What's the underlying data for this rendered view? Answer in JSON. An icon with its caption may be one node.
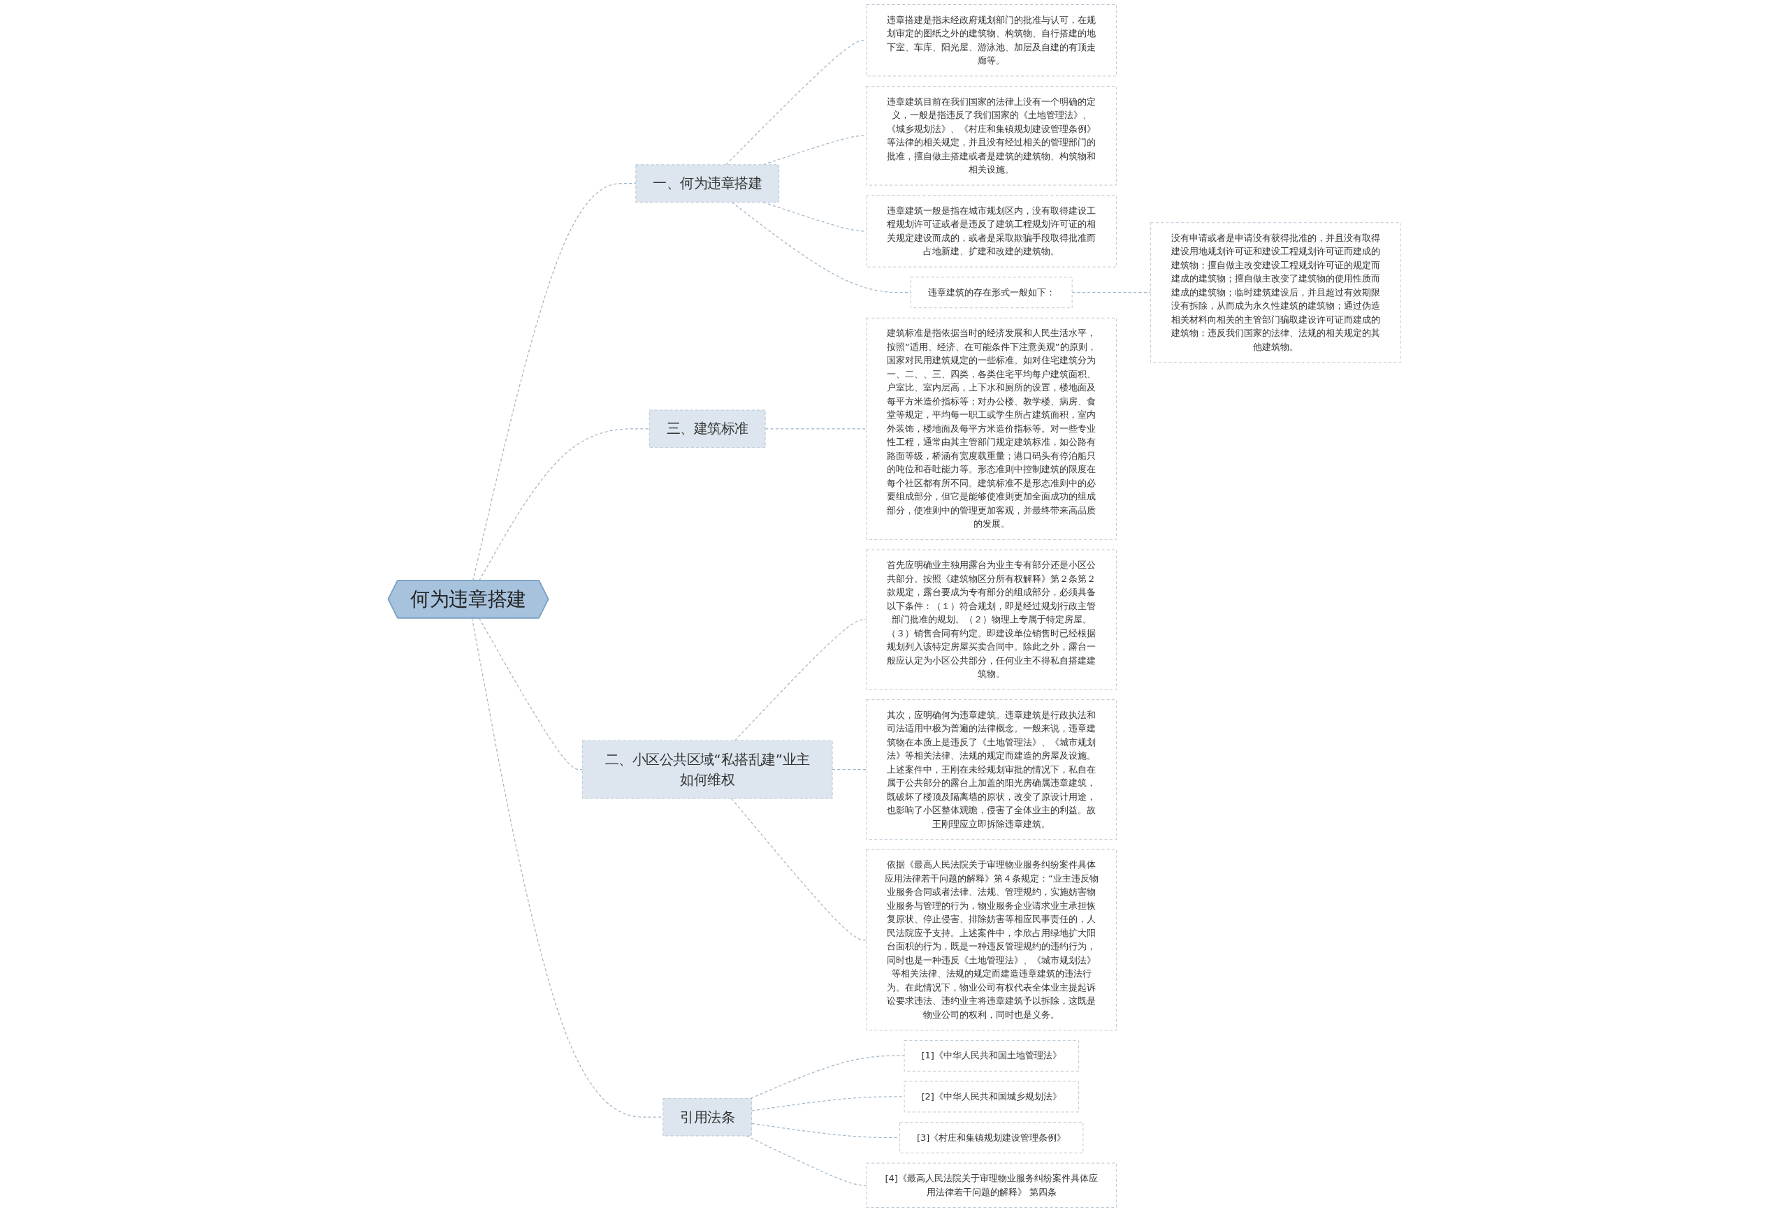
{
  "diagram": {
    "nodes": [
      {
        "text": [
          "何为违章搭建"
        ]
      },
      {
        "text": [
          "一、何为违章搭建"
        ]
      },
      {
        "text": [
          "违章搭建是指未经政府规划部门的批准与认可，在规划审定的图纸之外的建筑物、构筑物、自行搭建的地下室、车库、阳光屋、游泳池、加层及自建的有顶走廊等。"
        ]
      },
      {
        "text": [
          "违章建筑目前在我们国家的法律上没有一个明确的定义，一般是指违反了我们国家的《土地管理法》、《城乡规划法》、《村庄和集镇规划建设管理条例》等法律的相关规定，并且没有经过相关的管理部门的批准，擅自做主搭建或者是建筑的建筑物、构筑物和相关设施。"
        ]
      },
      {
        "text": [
          "违章建筑一般是指在城市规划区内，没有取得建设工程规划许可证或者是违反了建筑工程规划许可证的相关规定建设而成的，或者是采取欺骗手段取得批准而占地新建、扩建和改建的建筑物。"
        ]
      },
      {
        "text": [
          "违章建筑的存在形式一般如下："
        ]
      },
      {
        "text": [
          "没有申请或者是申请没有获得批准的，并且没有取得建设用地规划许可证和建设工程规划许可证而建成的建筑物；擅自做主改变建设工程规划许可证的规定而建成的建筑物；擅自做主改变了建筑物的使用性质而建成的建筑物；临时建筑建设后，并且超过有效期限没有拆除，从而成为永久性建筑的建筑物；通过伪造相关材料向相关的主管部门骗取建设许可证而建成的建筑物；违反我们国家的法律、法规的相关规定的其他建筑物。"
        ]
      },
      {
        "text": [
          "三、建筑标准"
        ]
      },
      {
        "text": [
          "建筑标准是指依据当时的经济发展和人民生活水平，按照“适用、经济、在可能条件下注意美观”的原则，国家对民用建筑规定的一些标准。如对住宅建筑分为一、二、、三、四类，各类住宅平均每户建筑面积、户室比、室内层高，上下水和厕所的设置，楼地面及每平方米造价指标等；对办公楼、教学楼、病房、食堂等规定，平均每一职工或学生所占建筑面积，室内外装饰，楼地面及每平方米造价指标等。对一些专业性工程，通常由其主管部门规定建筑标准，如公路有路面等级，桥涵有宽度载重量；港口码头有停泊船只的吨位和吞吐能力等。形态准则中控制建筑的限度在每个社区都有所不同。建筑标准不是形态准则中的必要组成部分，但它是能够使准则更加全面成功的组成部分，使准则中的管理更加客观，并最终带来高品质的发展。"
        ]
      },
      {
        "text": [
          "二、小区公共区域“私搭乱建”业主如何维权"
        ]
      },
      {
        "text": [
          "首先应明确业主独用露台为业主专有部分还是小区公共部分。按照《建筑物区分所有权解释》第２条第２款规定，露台要成为专有部分的组成部分，必须具备以下条件：（１）符合规划，即是经过规划行政主管部门批准的规划。（２）物理上专属于特定房屋。（３）销售合同有约定。即建设单位销售时已经根据规划列入该特定房屋买卖合同中。除此之外，露台一般应认定为小区公共部分，任何业主不得私自搭建建筑物。"
        ]
      },
      {
        "text": [
          "其次，应明确何为违章建筑。违章建筑是行政执法和司法适用中极为普遍的法律概念。一般来说，违章建筑物在本质上是违反了《土地管理法》、《城市规划法》等相关法律、法规的规定而建造的房屋及设施。上述案件中，王刚在未经规划审批的情况下，私自在属于公共部分的露台上加盖的阳光房确属违章建筑，既破坏了楼顶及隔离墙的原状，改变了原设计用途，也影响了小区整体观瞻，侵害了全体业主的利益。故王刚理应立即拆除违章建筑。"
        ]
      },
      {
        "text": [
          "依据《最高人民法院关于审理物业服务纠纷案件具体应用法律若干问题的解释》第４条规定：“业主违反物业服务合同或者法律、法规、管理规约，实施妨害物业服务与管理的行为，物业服务企业请求业主承担恢复原状、停止侵害、排除妨害等相应民事责任的，人民法院应予支持。上述案件中，李欣占用绿地扩大阳台面积的行为，既是一种违反管理规约的违约行为，同时也是一种违反《土地管理法》、《城市规划法》等相关法律、法规的规定而建造违章建筑的违法行为。在此情况下，物业公司有权代表全体业主提起诉讼要求违法、违约业主将违章建筑予以拆除，这既是物业公司的权利，同时也是义务。"
        ]
      },
      {
        "text": [
          "引用法条"
        ]
      },
      {
        "text": [
          "[1]《中华人民共和国土地管理法》"
        ]
      },
      {
        "text": [
          "[2]《中华人民共和国城乡规划法》"
        ]
      },
      {
        "text": [
          "[3]《村庄和集镇规划建设管理条例》"
        ]
      },
      {
        "text": [
          "[4]《最高人民法院关于审理物业服务纠纷案件具体应用法律若干问题的解释》 第四条"
        ]
      }
    ],
    "edges": [
      {
        "from": 0,
        "to": 1,
        "arrow": "none"
      },
      {
        "from": 1,
        "to": 2,
        "arrow": "none"
      },
      {
        "from": 1,
        "to": 3,
        "arrow": "none"
      },
      {
        "from": 1,
        "to": 4,
        "arrow": "none"
      },
      {
        "from": 1,
        "to": 5,
        "arrow": "none"
      },
      {
        "from": 5,
        "to": 6,
        "arrow": "none"
      },
      {
        "from": 0,
        "to": 7,
        "arrow": "none"
      },
      {
        "from": 7,
        "to": 8,
        "arrow": "none"
      },
      {
        "from": 0,
        "to": 9,
        "arrow": "none"
      },
      {
        "from": 9,
        "to": 10,
        "arrow": "none"
      },
      {
        "from": 9,
        "to": 11,
        "arrow": "none"
      },
      {
        "from": 9,
        "to": 12,
        "arrow": "none"
      },
      {
        "from": 0,
        "to": 13,
        "arrow": "none"
      },
      {
        "from": 13,
        "to": 14,
        "arrow": "none"
      },
      {
        "from": 13,
        "to": 15,
        "arrow": "none"
      },
      {
        "from": 13,
        "to": 16,
        "arrow": "none"
      },
      {
        "from": 13,
        "to": 17,
        "arrow": "none"
      }
    ]
  }
}
